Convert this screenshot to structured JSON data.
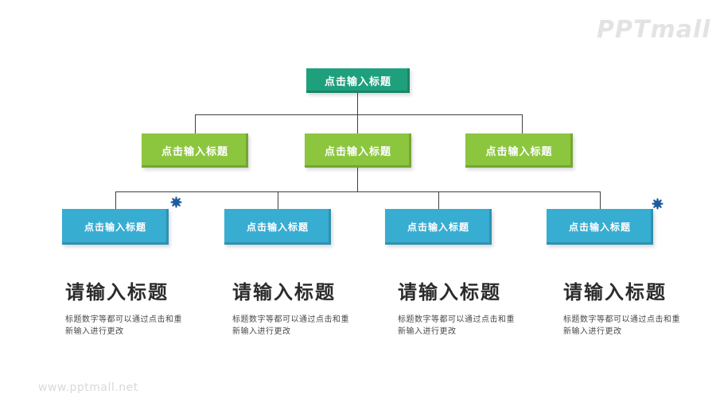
{
  "brand": {
    "logo_text": "PPTmall",
    "watermark": "www.pptmall.net"
  },
  "colors": {
    "root_box": "#1fa07c",
    "level2_box": "#8cc63f",
    "level3_box": "#38add2",
    "gear_icon": "#1e5c9b",
    "connector_line": "#3f3f3f",
    "heading_text": "#2b2b2b",
    "body_text": "#4a4a4a",
    "watermark_text": "#d9d9d9"
  },
  "org_chart": {
    "root": {
      "label": "点击输入标题"
    },
    "level2": [
      {
        "label": "点击输入标题"
      },
      {
        "label": "点击输入标题"
      },
      {
        "label": "点击输入标题"
      }
    ],
    "level3": [
      {
        "label": "点击输入标题"
      },
      {
        "label": "点击输入标题"
      },
      {
        "label": "点击输入标题"
      },
      {
        "label": "点击输入标题"
      }
    ]
  },
  "icons": {
    "gear": "✱"
  },
  "sections": [
    {
      "heading": "请输入标题",
      "body_line1": "标题数字等都可以通过点击和重",
      "body_line2": "新输入进行更改"
    },
    {
      "heading": "请输入标题",
      "body_line1": "标题数字等都可以通过点击和重",
      "body_line2": "新输入进行更改"
    },
    {
      "heading": "请输入标题",
      "body_line1": "标题数字等都可以通过点击和重",
      "body_line2": "新输入进行更改"
    },
    {
      "heading": "请输入标题",
      "body_line1": "标题数字等都可以通过点击和重",
      "body_line2": "新输入进行更改"
    }
  ]
}
